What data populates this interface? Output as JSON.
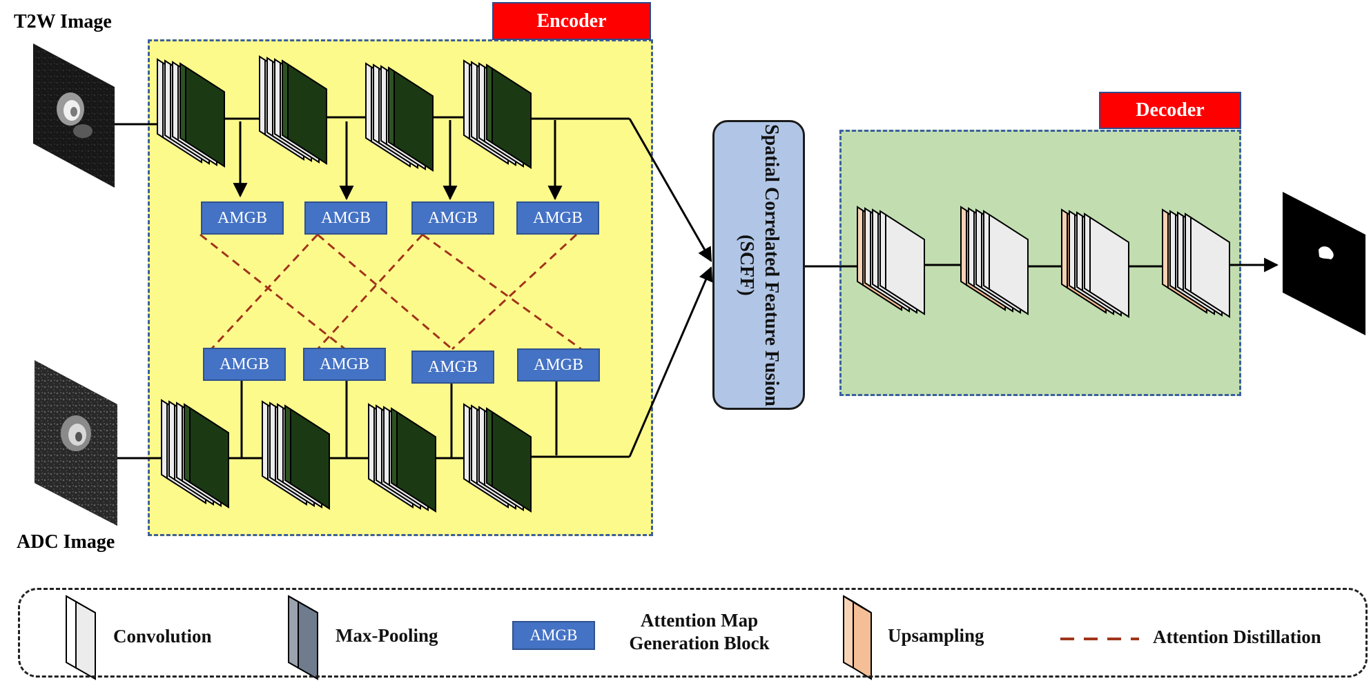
{
  "labels": {
    "t2w": "T2W Image",
    "adc": "ADC Image",
    "encoder": "Encoder",
    "decoder": "Decoder",
    "scff": "Spatial Correlated Feature Fusion (SCFF)",
    "amgb": "AMGB"
  },
  "legend": {
    "convolution": "Convolution",
    "max_pooling": "Max-Pooling",
    "amgb_badge": "AMGB",
    "amgb_desc": "Attention Map Generation Block",
    "upsampling": "Upsampling",
    "attention_distillation": "Attention Distillation"
  },
  "colors": {
    "encoder_bg": "#fdfa8c",
    "decoder_bg": "#c2deb0",
    "region_border": "#3b5fa0",
    "tag_red": "#ff0000",
    "amgb_blue": "#4472c4",
    "scff_blue": "#b1c6e6",
    "conv_face": "#ececec",
    "pool_face": "#1b3a14",
    "upsample_face": "#f4bf96",
    "distill_line": "#a0341b"
  }
}
